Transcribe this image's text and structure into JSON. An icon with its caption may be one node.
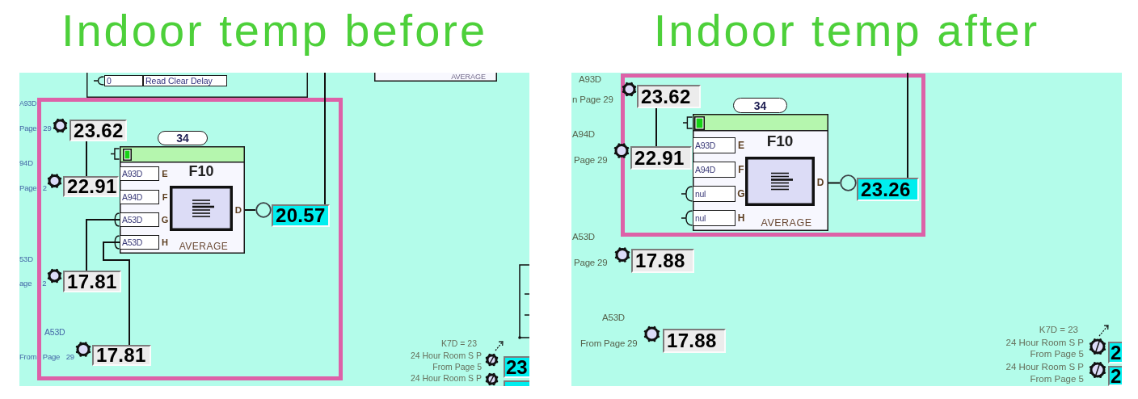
{
  "diagram": {
    "nodes": [
      {
        "text": [
          "Indoor temp before"
        ]
      },
      {
        "text": [],
        "shape": "box",
        "in": 0
      },
      {
        "text": [
          "0"
        ],
        "in": 1
      },
      {
        "text": [
          "Read Clear Delay"
        ],
        "in": 1
      },
      {
        "text": [
          "AVERAGE"
        ],
        "in": 0
      },
      {
        "text": [],
        "shape": "box",
        "in": 0
      },
      {
        "text": [
          "23.62"
        ],
        "in": 5,
        "beside": [
          "A93D",
          "Page 29"
        ]
      },
      {
        "text": [
          "34"
        ],
        "in": 5
      },
      {
        "text": [
          "F10",
          "D",
          "AVERAGE"
        ],
        "in": 5
      },
      {
        "text": [
          "A93D"
        ],
        "in": 8,
        "beside": [
          "E"
        ]
      },
      {
        "text": [
          "A94D"
        ],
        "in": 8,
        "beside": [
          "F"
        ]
      },
      {
        "text": [
          "A53D"
        ],
        "in": 8,
        "beside": [
          "G"
        ]
      },
      {
        "text": [
          "A53D"
        ],
        "in": 8,
        "beside": [
          "H"
        ]
      },
      {
        "text": [
          "22.91"
        ],
        "in": 5,
        "beside": [
          "94D",
          "Page 2"
        ]
      },
      {
        "text": [],
        "shape": "circle",
        "in": 5
      },
      {
        "text": [
          "20.57"
        ],
        "in": 5
      },
      {
        "text": [
          "17.81"
        ],
        "in": 5,
        "beside": [
          "53D",
          "age 2"
        ]
      },
      {
        "text": [
          "17.81"
        ],
        "in": 5,
        "beside": [
          "A53D",
          "From Page 29"
        ]
      },
      {
        "text": [
          "23"
        ],
        "in": 0
      },
      {
        "text": [],
        "shape": "box",
        "in": 0
      },
      {
        "text": [
          "Indoor temp after"
        ]
      },
      {
        "text": [],
        "shape": "box",
        "in": 20
      },
      {
        "text": [
          "23.62"
        ],
        "in": 21,
        "beside": [
          "A93D",
          "n Page 29"
        ]
      },
      {
        "text": [
          "34"
        ],
        "in": 21
      },
      {
        "text": [
          "F10",
          "D",
          "AVERAGE"
        ],
        "in": 21
      },
      {
        "text": [
          "A93D"
        ],
        "in": 24,
        "beside": [
          "E"
        ]
      },
      {
        "text": [
          "A94D"
        ],
        "in": 24,
        "beside": [
          "F"
        ]
      },
      {
        "text": [
          "nul"
        ],
        "in": 24,
        "beside": [
          "G"
        ]
      },
      {
        "text": [
          "nul"
        ],
        "in": 24,
        "beside": [
          "H"
        ]
      },
      {
        "text": [
          "22.91"
        ],
        "in": 21,
        "beside": [
          "A94D",
          "Page 29"
        ]
      },
      {
        "text": [],
        "shape": "circle",
        "in": 21
      },
      {
        "text": [
          "23.26"
        ],
        "in": 21
      },
      {
        "text": [
          "17.88"
        ],
        "in": 20,
        "beside": [
          "A53D",
          "Page 29"
        ]
      },
      {
        "text": [
          "17.88"
        ],
        "in": 20,
        "beside": [
          "A53D",
          "From Page 29"
        ]
      },
      {
        "text": [
          "2"
        ],
        "in": 20
      },
      {
        "text": [
          "2"
        ],
        "in": 20
      }
    ],
    "edges": [
      {
        "from": 6,
        "to": 13,
        "arrow": "none"
      },
      {
        "from": 16,
        "to": 11,
        "arrow": "none"
      },
      {
        "from": 17,
        "to": 12,
        "arrow": "none"
      },
      {
        "from": 8,
        "to": 14,
        "arrow": "none"
      },
      {
        "from": null,
        "to": 15,
        "arrow": "none"
      },
      {
        "from": 22,
        "to": 29,
        "arrow": "none"
      },
      {
        "from": 24,
        "to": 30,
        "arrow": "none"
      },
      {
        "from": null,
        "to": 31,
        "arrow": "none"
      }
    ],
    "labels": [
      "K7D = 23",
      "24 Hour Room S P",
      "From Page 5",
      "24 Hour Room S P",
      "K7D = 23",
      "24 Hour Room S P",
      "From Page 5",
      "24 Hour Room S P",
      "From Page 5"
    ]
  }
}
